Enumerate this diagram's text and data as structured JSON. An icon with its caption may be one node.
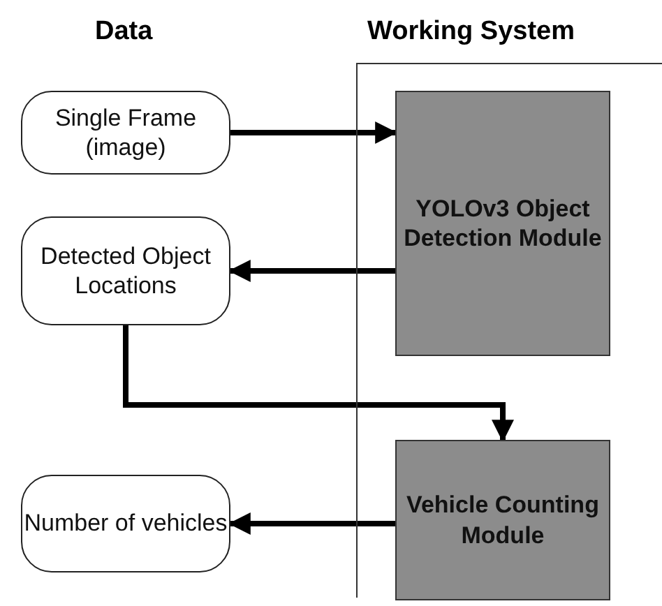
{
  "diagram": {
    "nodes": [
      {
        "text": [
          "Working System"
        ]
      },
      {
        "text": [
          "Single Frame (image)"
        ]
      },
      {
        "text": [
          "YOLOv3 Object Detection Module"
        ],
        "in": 0
      },
      {
        "text": [
          "Detected Object Locations"
        ]
      },
      {
        "text": [
          "Vehicle Counting Module"
        ],
        "in": 0
      },
      {
        "text": [
          "Number of vehicles"
        ]
      }
    ],
    "edges": [
      {
        "from": 1,
        "to": 2,
        "arrow": "to"
      },
      {
        "from": 2,
        "to": 3,
        "arrow": "to"
      },
      {
        "from": 3,
        "to": 4,
        "arrow": "to"
      },
      {
        "from": 4,
        "to": 5,
        "arrow": "to"
      }
    ],
    "labels": [
      "Data"
    ]
  }
}
